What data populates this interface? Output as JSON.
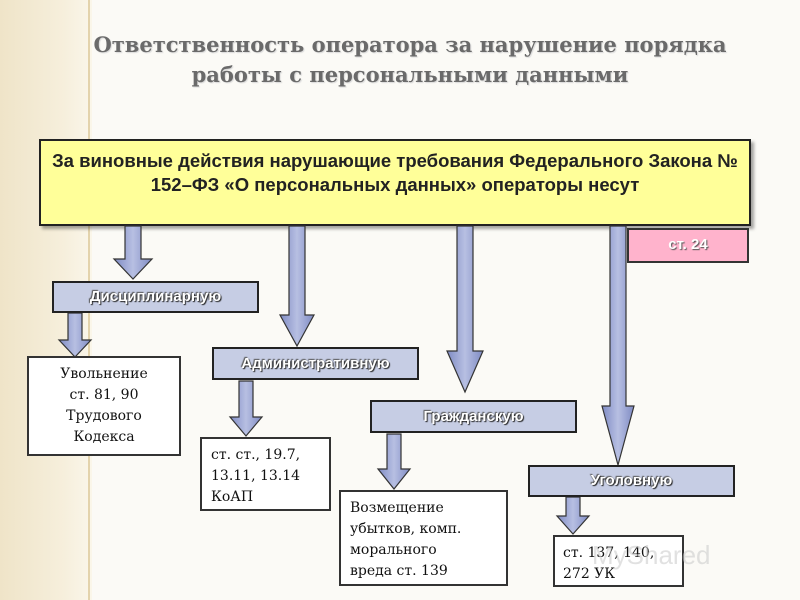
{
  "title": "Ответственность оператора за нарушение порядка работы с персональными данными",
  "header": "За виновные действия нарушающие требования Федерального Закона № 152–ФЗ «О персональных данных» операторы несут",
  "article": "ст. 24",
  "categories": {
    "disciplinary": "Дисциплинарную",
    "administrative": "Административную",
    "civil": "Гражданскую",
    "criminal": "Уголовную"
  },
  "results": {
    "disciplinary": "Увольнение\nст. 81, 90\nТрудового\nКодекса",
    "administrative": "ст. ст., 19.7,\n13.11, 13.14\nКоАП",
    "civil": "Возмещение\nубытков, комп.\nморального\nвреда ст. 139",
    "criminal": "ст. 137, 140,\n272 УК"
  },
  "watermark": "MyShared",
  "colors": {
    "header_bg": "#ffff99",
    "category_bg": "#c6cde4",
    "arrow_fill": "#99a3cf",
    "article_bg": "#ffb3cc"
  }
}
